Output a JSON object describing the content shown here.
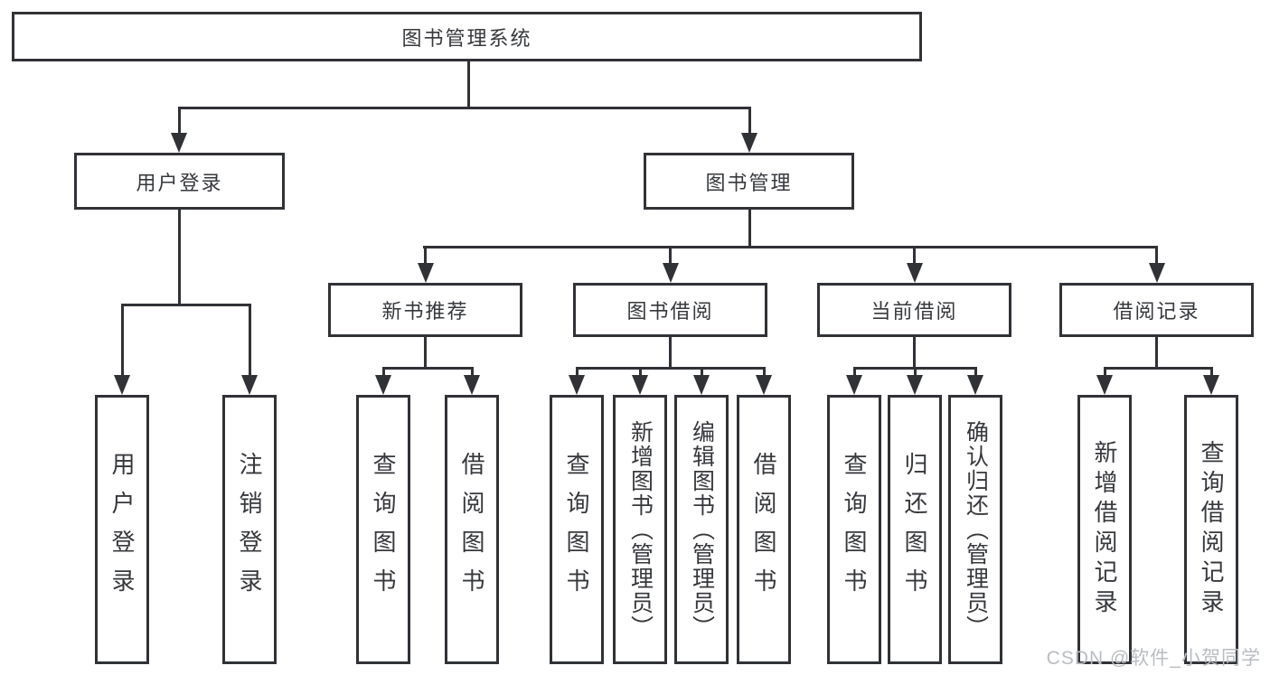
{
  "diagram": {
    "root": {
      "label": "图书管理系统"
    },
    "level2": [
      {
        "label": "用户登录",
        "parent": "图书管理系统"
      },
      {
        "label": "图书管理",
        "parent": "图书管理系统"
      }
    ],
    "level3": [
      {
        "label": "新书推荐",
        "parent": "图书管理"
      },
      {
        "label": "图书借阅",
        "parent": "图书管理"
      },
      {
        "label": "当前借阅",
        "parent": "图书管理"
      },
      {
        "label": "借阅记录",
        "parent": "图书管理"
      }
    ],
    "leaves": [
      {
        "label": "用户登录",
        "parent": "用户登录"
      },
      {
        "label": "注销登录",
        "parent": "用户登录"
      },
      {
        "label": "查询图书",
        "parent": "新书推荐"
      },
      {
        "label": "借阅图书",
        "parent": "新书推荐"
      },
      {
        "label": "查询图书",
        "parent": "图书借阅"
      },
      {
        "label": "新增图书（管理员）",
        "parent": "图书借阅"
      },
      {
        "label": "编辑图书（管理员）",
        "parent": "图书借阅"
      },
      {
        "label": "借阅图书",
        "parent": "图书借阅"
      },
      {
        "label": "查询图书",
        "parent": "当前借阅"
      },
      {
        "label": "归还图书",
        "parent": "当前借阅"
      },
      {
        "label": "确认归还（管理员）",
        "parent": "当前借阅"
      },
      {
        "label": "新增借阅记录",
        "parent": "借阅记录"
      },
      {
        "label": "查询借阅记录",
        "parent": "借阅记录"
      }
    ]
  },
  "watermark": {
    "text": "CSDN @软件_小贺同学"
  },
  "colors": {
    "line": "#303236",
    "text": "#36383c",
    "background": "#ffffff",
    "watermark": "#b9bdc2"
  }
}
